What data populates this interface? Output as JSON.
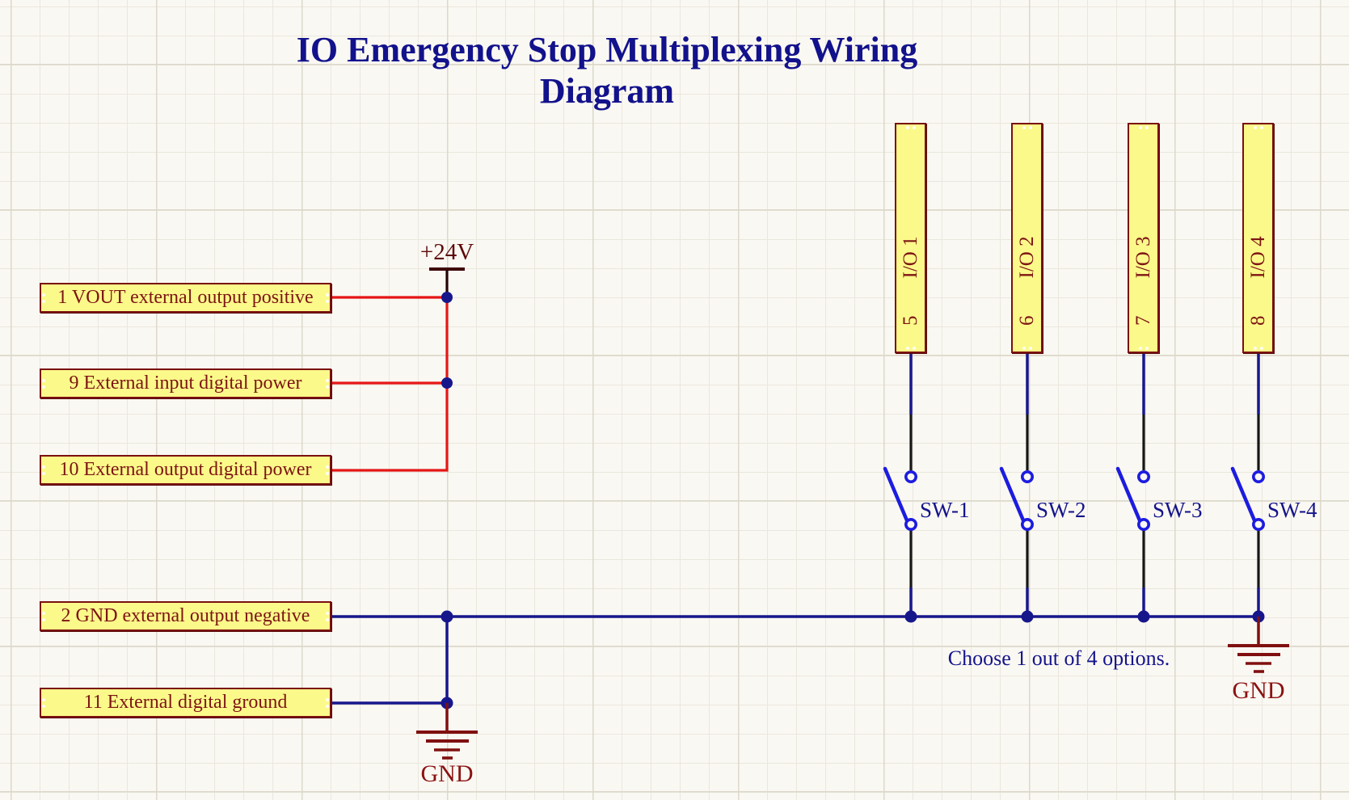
{
  "title": "IO Emergency Stop Multiplexing Wiring Diagram",
  "power_rail": {
    "label": "+24V"
  },
  "left_pins": [
    {
      "label": "1 VOUT external output positive"
    },
    {
      "label": "9 External input digital power"
    },
    {
      "label": "10 External output digital power"
    },
    {
      "label": "2 GND external output negative"
    },
    {
      "label": "11 External digital ground"
    }
  ],
  "io_connectors": [
    {
      "pin": "5",
      "label": "I/O 1"
    },
    {
      "pin": "6",
      "label": "I/O 2"
    },
    {
      "pin": "7",
      "label": "I/O 3"
    },
    {
      "pin": "8",
      "label": "I/O 4"
    }
  ],
  "switches": [
    {
      "label": "SW-1"
    },
    {
      "label": "SW-2"
    },
    {
      "label": "SW-3"
    },
    {
      "label": "SW-4"
    }
  ],
  "note": "Choose 1 out of 4 options.",
  "ground_left": {
    "label": "GND"
  },
  "ground_right": {
    "label": "GND"
  },
  "colors": {
    "power_wire_red": "#E51616",
    "ground_wire_navy": "#17178C",
    "signal_wire_black": "#161616",
    "switch_blue": "#1C1CE0",
    "component_fill_yellow": "#FBF98A",
    "component_border_maroon": "#7A1010",
    "component_text_maroon": "#7D1414",
    "annotation_navy": "#14148C",
    "ground_symbol_dark_red": "#801010",
    "background": "#FAF8F2"
  }
}
